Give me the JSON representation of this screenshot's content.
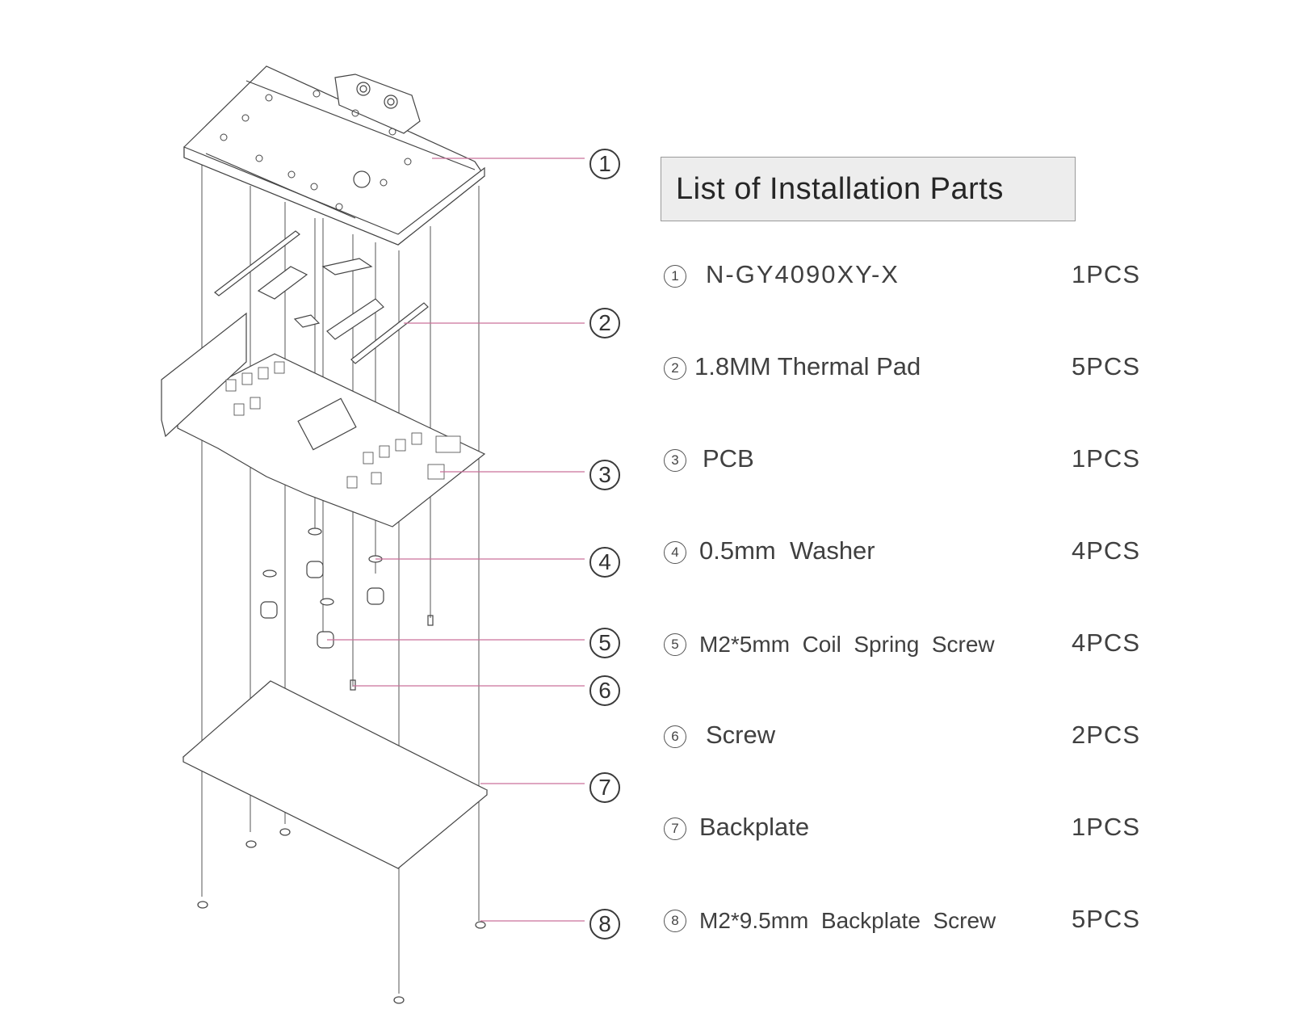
{
  "panel": {
    "title": "List of Installation Parts"
  },
  "parts": [
    {
      "num": "1",
      "name": "N-GY4090XY-X",
      "qty": "1PCS"
    },
    {
      "num": "2",
      "name": "1.8MM Thermal Pad",
      "qty": "5PCS"
    },
    {
      "num": "3",
      "name": "PCB",
      "qty": "1PCS"
    },
    {
      "num": "4",
      "name": "0.5mm  Washer",
      "qty": "4PCS"
    },
    {
      "num": "5",
      "name": "M2*5mm  Coil  Spring  Screw",
      "qty": "4PCS"
    },
    {
      "num": "6",
      "name": "Screw",
      "qty": "2PCS"
    },
    {
      "num": "7",
      "name": "Backplate",
      "qty": "1PCS"
    },
    {
      "num": "8",
      "name": "M2*9.5mm  Backplate  Screw",
      "qty": "5PCS"
    }
  ],
  "callouts": [
    "1",
    "2",
    "3",
    "4",
    "5",
    "6",
    "7",
    "8"
  ],
  "colors": {
    "leader_line": "#c9709a",
    "line_art": "#444444",
    "title_bg": "#ededed"
  }
}
